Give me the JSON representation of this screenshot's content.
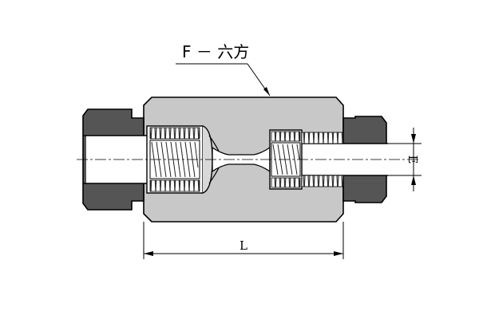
{
  "callout": {
    "text": "F － 六方"
  },
  "dimensions": {
    "length_label": "L",
    "bore_label": "E"
  },
  "colors": {
    "body_fill": "#c8c8c8",
    "nut_fill": "#555555",
    "outline": "#000000",
    "thread": "#222222",
    "background": "#ffffff"
  }
}
